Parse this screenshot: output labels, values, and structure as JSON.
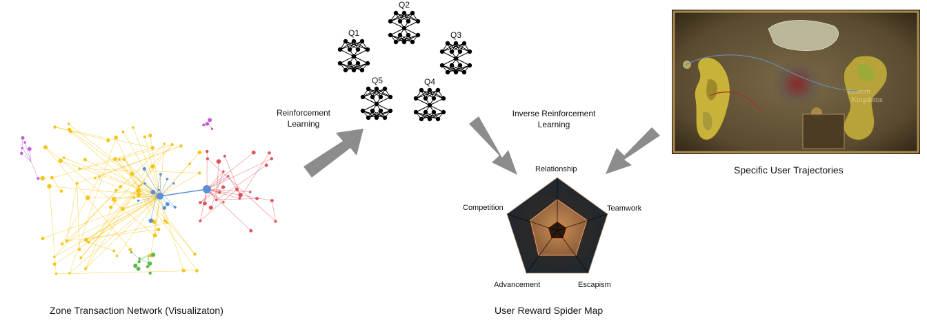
{
  "captions": {
    "network": "Zone Transaction Network (Visualizaton)",
    "spider": "User Reward Spider Map",
    "trajectories": "Specific User Trajectories"
  },
  "arrows": {
    "rl_line1": "Reinforcement",
    "rl_line2": "Learning",
    "irl_line1": "Inverse Reinforcement",
    "irl_line2": "Learning"
  },
  "q_networks": [
    "Q1",
    "Q2",
    "Q3",
    "Q4",
    "Q5"
  ],
  "spider_axes": {
    "top": "Relationship",
    "right": "Teamwork",
    "bottom_right": "Escapism",
    "bottom_left": "Advancement",
    "left": "Competition"
  },
  "map_text": {
    "r1": "Eastern",
    "r2": "Kingdoms"
  },
  "colors": {
    "arrow": "#8c8c8c",
    "spider_bg": "#1f2a33",
    "spider_fill": "#d2894a",
    "cluster_yellow": "#f5c518",
    "cluster_red": "#e0505a",
    "cluster_blue": "#5b8fd6",
    "cluster_green": "#5cb84a",
    "cluster_purple": "#c35bd6"
  }
}
